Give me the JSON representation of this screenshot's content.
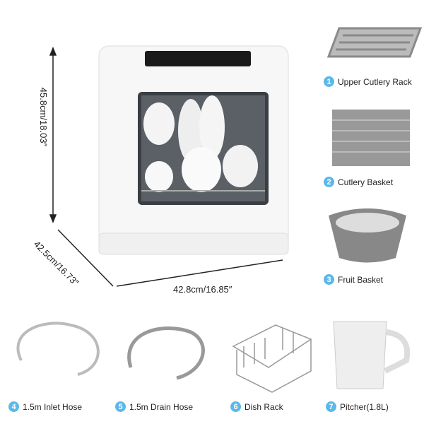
{
  "dimensions": {
    "height": "45.8cm/18.03″",
    "depth": "42.5cm/16.73″",
    "width": "42.8cm/16.85″"
  },
  "accessories": [
    {
      "num": "1",
      "label": "Upper Cutlery Rack"
    },
    {
      "num": "2",
      "label": "Cutlery Basket"
    },
    {
      "num": "3",
      "label": "Fruit Basket"
    },
    {
      "num": "4",
      "label": "1.5m Inlet Hose"
    },
    {
      "num": "5",
      "label": "1.5m Drain Hose"
    },
    {
      "num": "6",
      "label": "Dish Rack"
    },
    {
      "num": "7",
      "label": "Pitcher(1.8L)"
    }
  ],
  "colors": {
    "badge": "#5bb8ea",
    "accessory_gray": "#8a8a8a"
  }
}
